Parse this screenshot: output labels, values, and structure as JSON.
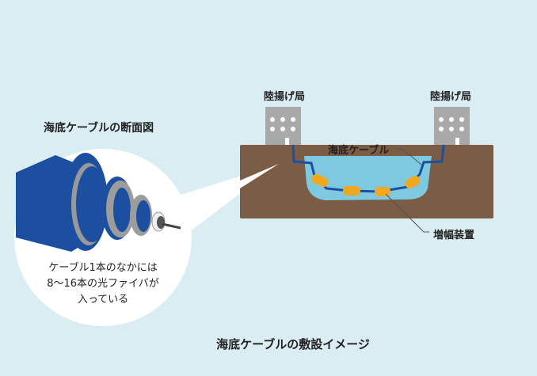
{
  "title": "海底ケーブルの敷設イメージ",
  "cross_section": {
    "title": "海底ケーブルの断面図",
    "note_lines": [
      "ケーブル1本のなかには",
      "8〜16本の光ファイバが",
      "入っている"
    ]
  },
  "diagram": {
    "station_left": "陸揚げ局",
    "station_right": "陸揚げ局",
    "cable_label": "海底ケーブル",
    "repeater_label": "増幅装置"
  },
  "colors": {
    "background": "#d9edf3",
    "ground": "#7b5c45",
    "water": "#7ec8e0",
    "cable": "#1c4fa0",
    "repeater": "#f2a81e",
    "building": "#a9a9a9"
  }
}
